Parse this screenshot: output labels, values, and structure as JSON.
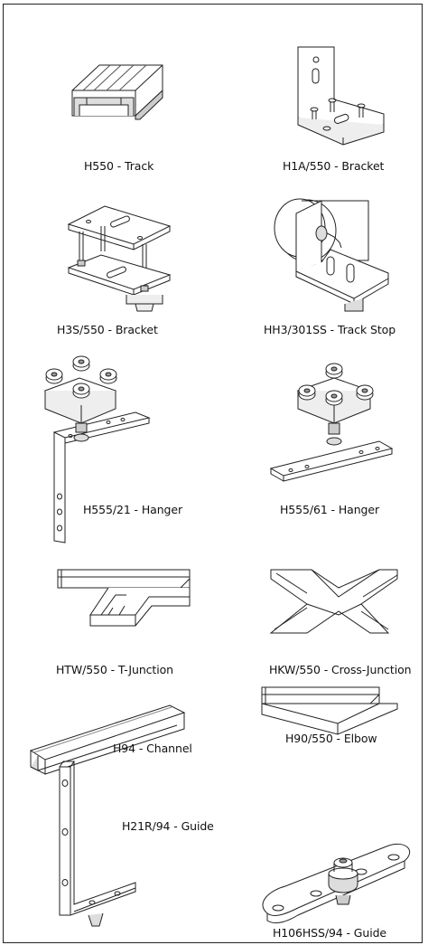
{
  "products": [
    {
      "id": "h550",
      "caption": "H550 - Track",
      "icon": "track-profile-drawing"
    },
    {
      "id": "h1a",
      "caption": "H1A/550 - Bracket",
      "icon": "angle-bracket-drawing"
    },
    {
      "id": "h3s",
      "caption": "H3S/550 - Bracket",
      "icon": "suspension-bracket-drawing"
    },
    {
      "id": "hh3",
      "caption": "HH3/301SS - Track Stop",
      "icon": "track-stop-drawing"
    },
    {
      "id": "h555_21",
      "caption": "H555/21 - Hanger",
      "icon": "hanger-with-strap-drawing"
    },
    {
      "id": "h555_61",
      "caption": "H555/61 - Hanger",
      "icon": "hanger-with-plate-drawing"
    },
    {
      "id": "htw",
      "caption": "HTW/550 - T-Junction",
      "icon": "t-junction-drawing"
    },
    {
      "id": "hkw",
      "caption": "HKW/550 - Cross-Junction",
      "icon": "cross-junction-drawing"
    },
    {
      "id": "h94",
      "caption": "H94 - Channel",
      "icon": "channel-drawing"
    },
    {
      "id": "h90",
      "caption": "H90/550 - Elbow",
      "icon": "elbow-drawing"
    },
    {
      "id": "h21r",
      "caption": "H21R/94 - Guide",
      "icon": "l-guide-drawing"
    },
    {
      "id": "h106",
      "caption": "H106HSS/94 - Guide",
      "icon": "floor-guide-drawing"
    }
  ]
}
